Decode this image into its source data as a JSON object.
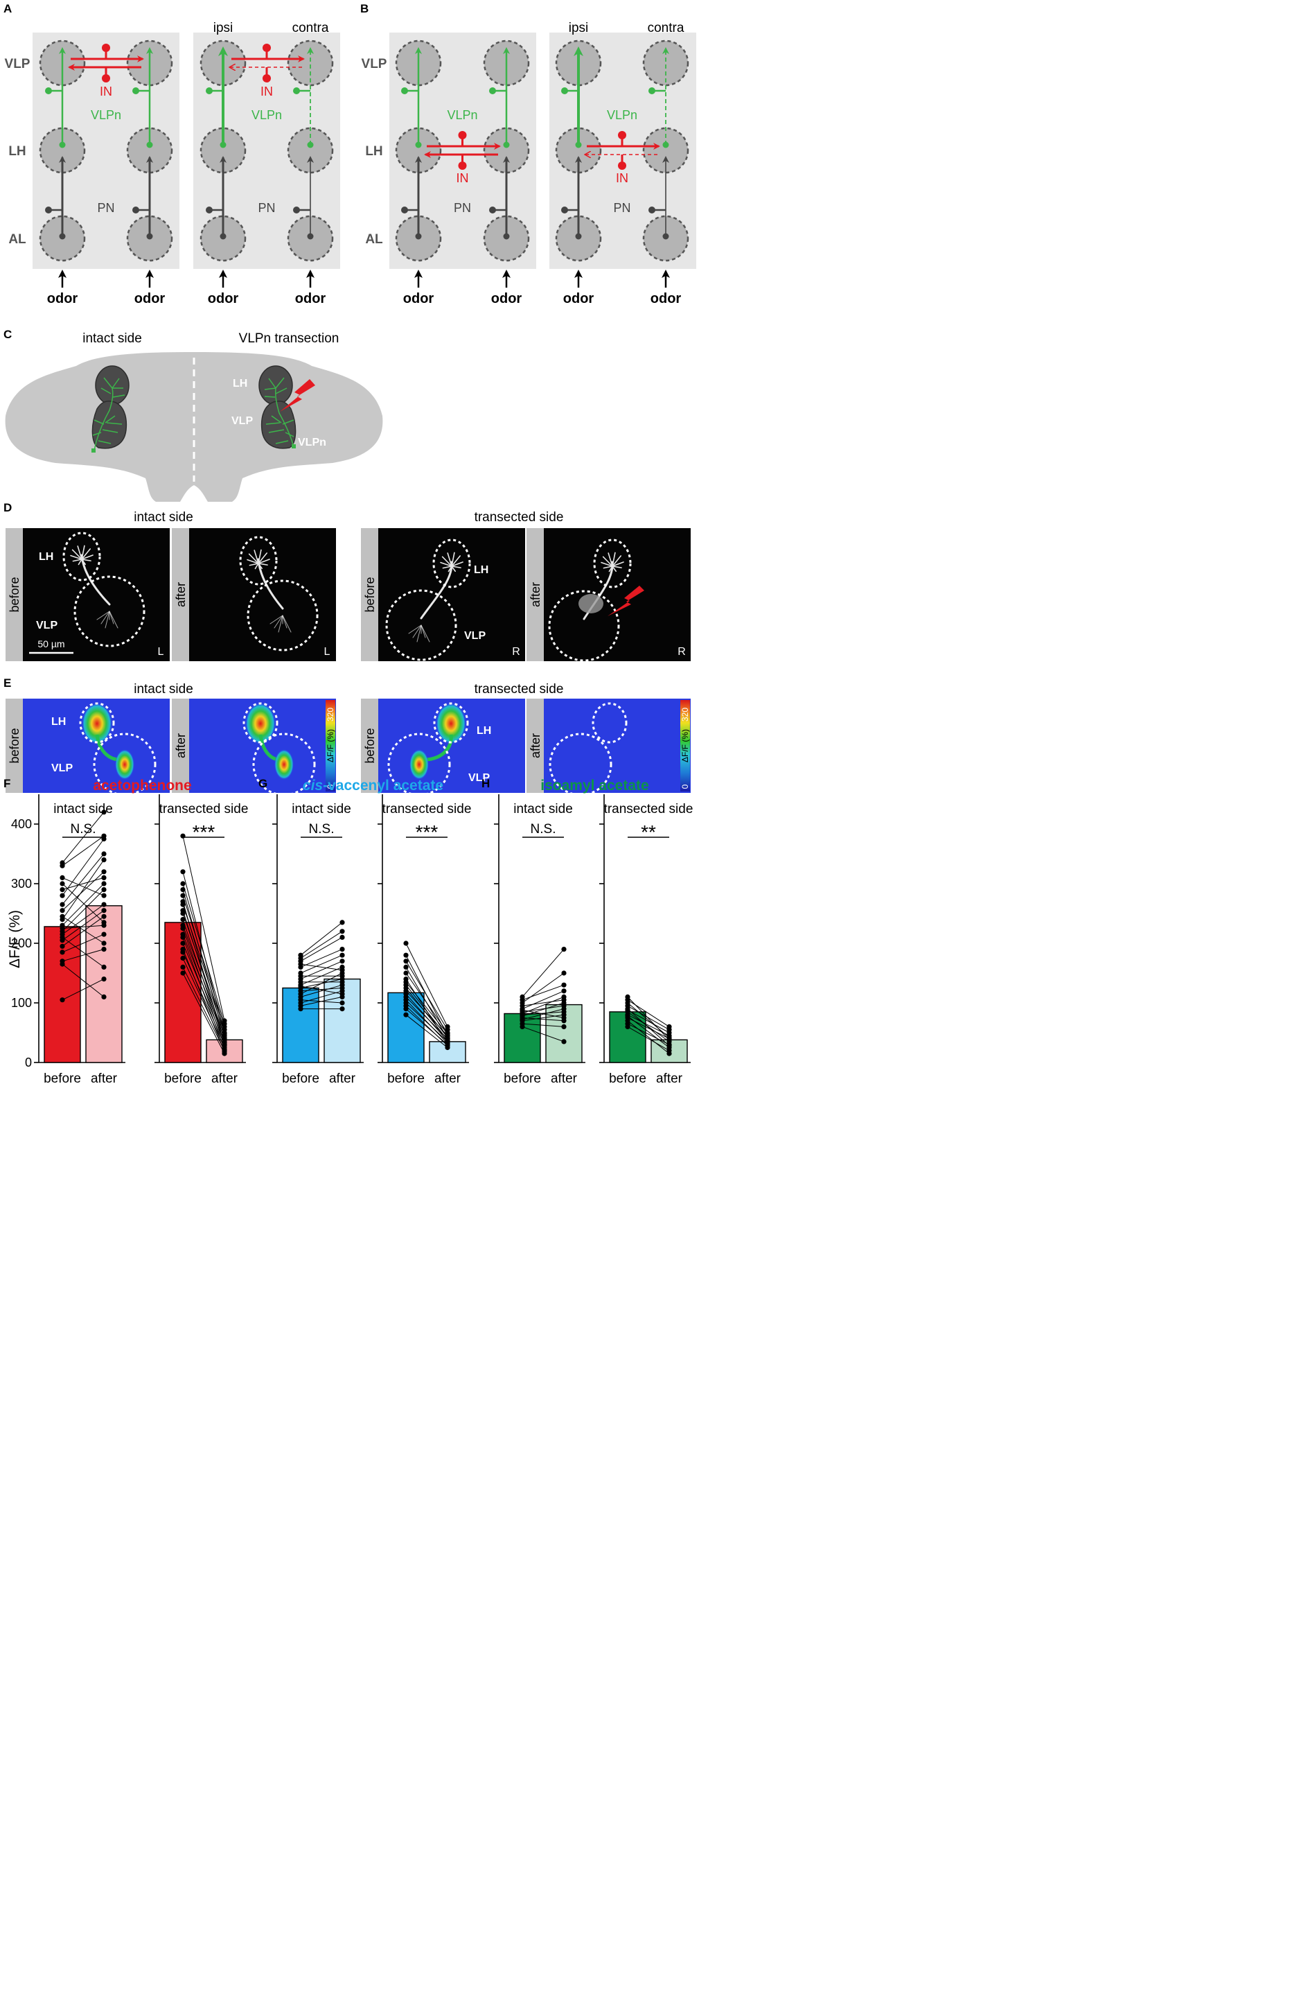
{
  "panel_letters": {
    "a": "A",
    "b": "B",
    "c": "C",
    "d": "D",
    "e": "E",
    "f": "F",
    "g": "G",
    "h": "H"
  },
  "circuit": {
    "region_vlp": "VLP",
    "region_lh": "LH",
    "region_al": "AL",
    "neuron_in": "IN",
    "neuron_vlpn": "VLPn",
    "neuron_pn": "PN",
    "ipsi": "ipsi",
    "contra": "contra",
    "odor": "odor"
  },
  "brain": {
    "intact_title": "intact side",
    "transection_title": "VLPn transection",
    "lh": "LH",
    "vlp": "VLP",
    "vlpn": "VLPn"
  },
  "imaging": {
    "intact_title": "intact side",
    "transected_title": "transected side",
    "before": "before",
    "after": "after",
    "lh": "LH",
    "vlp": "VLP",
    "scale_bar": "50 µm",
    "side_left": "L",
    "side_right": "R",
    "colorbar_max": "320",
    "colorbar_min": "0",
    "colorbar_label": "ΔF/F (%)"
  },
  "colors": {
    "red": "#e41a22",
    "red_light": "#f6b6bb",
    "blue": "#1ea8e8",
    "blue_light": "#bfe6f7",
    "green": "#0d9448",
    "green_light": "#b8ddc5",
    "circuit_green": "#3cb54a"
  },
  "chart_data": [
    {
      "type": "bar",
      "panel": "F",
      "title": "acetophenone",
      "subtitle": "intact side",
      "categories": [
        "before",
        "after"
      ],
      "values": [
        228,
        263
      ],
      "ylabel": "ΔF/F (%)",
      "ylim": [
        0,
        450
      ],
      "yticks": [
        0,
        100,
        200,
        300,
        400
      ],
      "significance": "N.S.",
      "paired_points": [
        [
          105,
          140
        ],
        [
          165,
          110
        ],
        [
          170,
          190
        ],
        [
          185,
          215
        ],
        [
          195,
          245
        ],
        [
          205,
          255
        ],
        [
          210,
          160
        ],
        [
          215,
          265
        ],
        [
          220,
          290
        ],
        [
          225,
          230
        ],
        [
          230,
          300
        ],
        [
          240,
          340
        ],
        [
          245,
          200
        ],
        [
          255,
          320
        ],
        [
          265,
          350
        ],
        [
          280,
          375
        ],
        [
          290,
          310
        ],
        [
          300,
          235
        ],
        [
          310,
          280
        ],
        [
          330,
          380
        ],
        [
          335,
          420
        ]
      ]
    },
    {
      "type": "bar",
      "panel": "F",
      "subtitle": "transected side",
      "categories": [
        "before",
        "after"
      ],
      "values": [
        235,
        38
      ],
      "ylim": [
        0,
        450
      ],
      "significance": "***",
      "paired_points": [
        [
          150,
          15
        ],
        [
          160,
          20
        ],
        [
          175,
          25
        ],
        [
          185,
          30
        ],
        [
          190,
          18
        ],
        [
          200,
          35
        ],
        [
          210,
          22
        ],
        [
          215,
          40
        ],
        [
          225,
          28
        ],
        [
          230,
          45
        ],
        [
          240,
          33
        ],
        [
          250,
          50
        ],
        [
          255,
          38
        ],
        [
          265,
          55
        ],
        [
          270,
          30
        ],
        [
          280,
          60
        ],
        [
          290,
          42
        ],
        [
          300,
          65
        ],
        [
          320,
          48
        ],
        [
          380,
          70
        ]
      ]
    },
    {
      "type": "bar",
      "panel": "G",
      "title": "cis-vaccenyl acetate",
      "subtitle": "intact side",
      "categories": [
        "before",
        "after"
      ],
      "values": [
        125,
        140
      ],
      "ylim": [
        0,
        450
      ],
      "significance": "N.S.",
      "paired_points": [
        [
          90,
          90
        ],
        [
          95,
          110
        ],
        [
          100,
          120
        ],
        [
          105,
          100
        ],
        [
          110,
          130
        ],
        [
          115,
          150
        ],
        [
          120,
          125
        ],
        [
          125,
          140
        ],
        [
          128,
          115
        ],
        [
          130,
          160
        ],
        [
          135,
          135
        ],
        [
          140,
          170
        ],
        [
          145,
          145
        ],
        [
          150,
          180
        ],
        [
          160,
          190
        ],
        [
          165,
          155
        ],
        [
          170,
          210
        ],
        [
          175,
          220
        ],
        [
          180,
          235
        ]
      ]
    },
    {
      "type": "bar",
      "panel": "G",
      "subtitle": "transected side",
      "categories": [
        "before",
        "after"
      ],
      "values": [
        117,
        35
      ],
      "ylim": [
        0,
        450
      ],
      "significance": "***",
      "paired_points": [
        [
          80,
          25
        ],
        [
          90,
          30
        ],
        [
          95,
          28
        ],
        [
          100,
          35
        ],
        [
          105,
          32
        ],
        [
          110,
          40
        ],
        [
          115,
          36
        ],
        [
          120,
          45
        ],
        [
          125,
          38
        ],
        [
          130,
          42
        ],
        [
          135,
          48
        ],
        [
          140,
          33
        ],
        [
          150,
          50
        ],
        [
          160,
          40
        ],
        [
          170,
          55
        ],
        [
          180,
          45
        ],
        [
          200,
          60
        ]
      ]
    },
    {
      "type": "bar",
      "panel": "H",
      "title": "isoamyl acetate",
      "subtitle": "intact side",
      "categories": [
        "before",
        "after"
      ],
      "values": [
        82,
        97
      ],
      "ylim": [
        0,
        450
      ],
      "significance": "N.S.",
      "paired_points": [
        [
          60,
          35
        ],
        [
          65,
          60
        ],
        [
          70,
          80
        ],
        [
          72,
          90
        ],
        [
          75,
          70
        ],
        [
          78,
          100
        ],
        [
          80,
          85
        ],
        [
          82,
          110
        ],
        [
          85,
          95
        ],
        [
          88,
          75
        ],
        [
          90,
          120
        ],
        [
          95,
          105
        ],
        [
          100,
          150
        ],
        [
          105,
          130
        ],
        [
          110,
          190
        ]
      ]
    },
    {
      "type": "bar",
      "panel": "H",
      "subtitle": "transected side",
      "categories": [
        "before",
        "after"
      ],
      "values": [
        85,
        38
      ],
      "ylim": [
        0,
        450
      ],
      "significance": "**",
      "paired_points": [
        [
          60,
          20
        ],
        [
          65,
          30
        ],
        [
          70,
          15
        ],
        [
          75,
          40
        ],
        [
          78,
          25
        ],
        [
          80,
          45
        ],
        [
          85,
          35
        ],
        [
          88,
          50
        ],
        [
          90,
          28
        ],
        [
          95,
          55
        ],
        [
          100,
          42
        ],
        [
          105,
          60
        ],
        [
          110,
          38
        ]
      ]
    }
  ],
  "bar_axis_labels": {
    "before": "before",
    "after": "after"
  }
}
